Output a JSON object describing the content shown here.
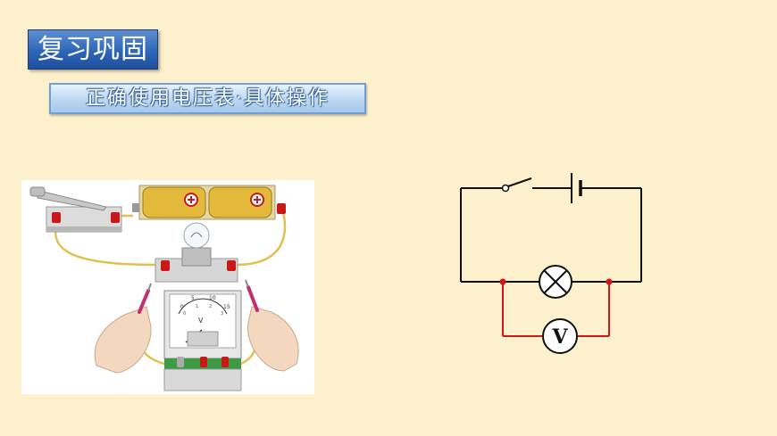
{
  "header": {
    "title": "复习巩固",
    "subtitle": "正确使用电压表·具体操作"
  },
  "figure": {
    "voltmeter_face_symbol": "V",
    "voltmeter_scale_ticks": [
      "0",
      "5",
      "10",
      "15"
    ],
    "voltmeter_inner_ticks": [
      "0",
      "1",
      "2",
      "3"
    ]
  },
  "schematic": {
    "voltmeter_symbol": "V"
  },
  "colors": {
    "background": "#fdf0cc",
    "title_blue": "#2e66b8",
    "subtitle_blue": "#bcd8f3",
    "wire_black": "#111111",
    "wire_red": "#d01818"
  }
}
